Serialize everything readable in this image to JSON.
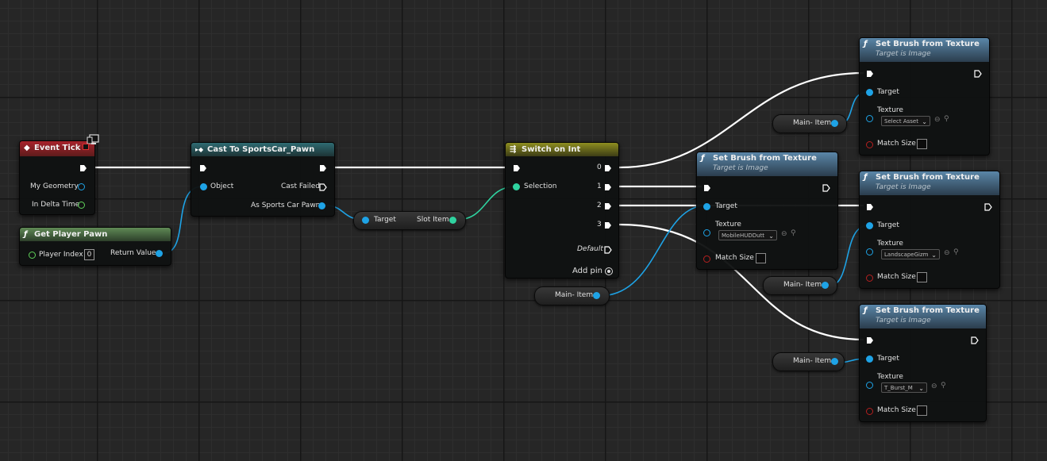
{
  "graph": {
    "event_tick": {
      "title": "Event Tick",
      "pins": [
        "My Geometry",
        "In Delta Time"
      ]
    },
    "get_player_pawn": {
      "title": "Get Player Pawn",
      "player_index_label": "Player Index",
      "player_index_value": "0",
      "return_value": "Return Value"
    },
    "cast_node": {
      "title": "Cast To SportsCar_Pawn",
      "object_pin": "Object",
      "cast_failed": "Cast Failed",
      "as_pawn": "As Sports Car Pawn"
    },
    "slot_node": {
      "target": "Target",
      "slot_item": "Slot Item"
    },
    "switch_node": {
      "title": "Switch on Int",
      "selection": "Selection",
      "outputs": [
        "0",
        "1",
        "2",
        "3"
      ],
      "default": "Default",
      "add_pin": "Add pin"
    },
    "set_brush_common": {
      "title": "Set Brush from Texture",
      "subtitle": "Target is Image",
      "target": "Target",
      "texture": "Texture",
      "match_size": "Match Size"
    },
    "set_brush_1": {
      "texture_value": "Select Asset"
    },
    "set_brush_2": {
      "texture_value": "MobileHUDDutt"
    },
    "set_brush_3": {
      "texture_value": "LandscapeGizm"
    },
    "set_brush_4": {
      "texture_value": "T_Burst_M"
    },
    "var_main_item": "Main- Item"
  },
  "colors": {
    "exec_wire": "#ffffff",
    "object_wire": "#1ea3e6",
    "int_wire": "#2fd3a0"
  }
}
